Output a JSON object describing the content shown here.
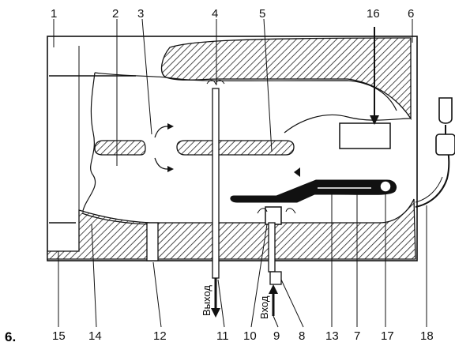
{
  "figure_label": "6.",
  "callouts": [
    "1",
    "2",
    "3",
    "4",
    "5",
    "6",
    "7",
    "8",
    "9",
    "10",
    "11",
    "12",
    "13",
    "14",
    "15",
    "16",
    "17",
    "18"
  ],
  "labels": {
    "outlet": "Выход",
    "inlet": "Вход"
  }
}
